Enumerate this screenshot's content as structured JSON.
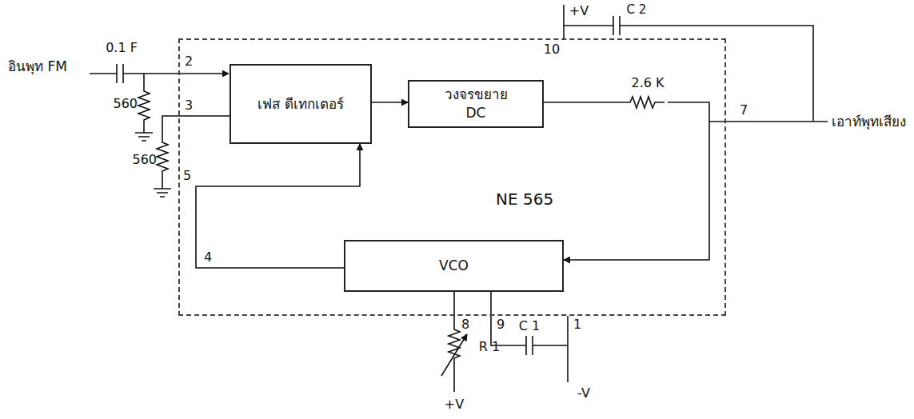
{
  "diagram": {
    "nodes": [
      {
        "text": [
          "NE 565"
        ]
      },
      {
        "text": [
          "เฟส ดีเทกเตอร์"
        ],
        "in": 0
      },
      {
        "text": [
          "วงจรขยาย DC"
        ],
        "in": 0
      },
      {
        "text": [
          "VCO"
        ],
        "in": 0
      }
    ],
    "edges": [
      {
        "from": 1,
        "to": 2,
        "arrow": "to"
      },
      {
        "from": 2,
        "to": 3,
        "arrow": "to"
      },
      {
        "from": 3,
        "to": 1,
        "arrow": "to"
      }
    ],
    "labels": [
      "อินพุท FM",
      "0.1 F",
      "560",
      "560",
      "2",
      "3",
      "5",
      "4",
      "+V",
      "10",
      "C 2",
      "2.6 K",
      "7",
      "เอาท์พุทเสียง",
      "8",
      "9",
      "R 1",
      "C 1",
      "1",
      "+V",
      "-V"
    ]
  }
}
